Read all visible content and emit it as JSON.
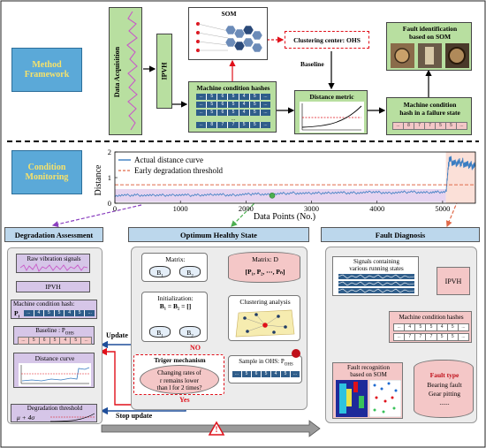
{
  "colors": {
    "panel_blue": "#5ba9d8",
    "green_box": "#b8dfa0",
    "hash_blue": "#2f5d8a",
    "arrow_red": "#e0101a",
    "phase_bg": "#bcd7ec",
    "grey_panel": "#ececec",
    "pink": "#f4c7c7",
    "lavender": "#d6c6e8"
  },
  "framework": {
    "label_line1": "Method",
    "label_line2": "Framework",
    "data_acquisition": "Data Acquisition",
    "ipvh": "IPVH",
    "som": "SOM",
    "machine_hashes": "Machine condition hashes",
    "hash_rows": [
      [
        "...",
        "5",
        "6",
        "5",
        "4",
        "5",
        "..."
      ],
      [
        "...",
        "5",
        "6",
        "5",
        "4",
        "5",
        "..."
      ],
      [
        "...",
        "5",
        "6",
        "5",
        "4",
        "5",
        "..."
      ],
      [
        "...",
        "8",
        "7",
        "7",
        "5",
        "5",
        "..."
      ]
    ],
    "hash_ellipsis": "...",
    "clustering_center": "Clustering center: OHS",
    "baseline": "Baseline",
    "distance_metric": "Distance metric",
    "fault_id_line1": "Fault identification",
    "fault_id_line2": "based on SOM",
    "failure_hash_line1": "Machine condition",
    "failure_hash_line2": "hash in a failure state",
    "failure_hash_row": [
      "...",
      "8",
      "7",
      "7",
      "5",
      "5",
      "..."
    ]
  },
  "monitoring": {
    "label_line1": "Condition",
    "label_line2": "Monitoring"
  },
  "chart_data": {
    "type": "line",
    "xlabel": "Data Points (No.)",
    "ylabel": "Distance",
    "xlim": [
      0,
      5500
    ],
    "ylim": [
      0,
      2
    ],
    "x_ticks": [
      0,
      1000,
      2000,
      3000,
      4000,
      5000
    ],
    "y_ticks": [
      0,
      1,
      2
    ],
    "series": [
      {
        "name": "Actual distance curve",
        "x": [
          0,
          300,
          600,
          900,
          1200,
          1500,
          1800,
          2100,
          2400,
          2700,
          3000,
          3300,
          3600,
          3900,
          4200,
          4500,
          4800,
          5050,
          5100,
          5200,
          5300,
          5400,
          5500
        ],
        "y": [
          0.3,
          0.32,
          0.3,
          0.33,
          0.31,
          0.34,
          0.32,
          0.36,
          0.35,
          0.4,
          0.38,
          0.42,
          0.4,
          0.43,
          0.41,
          0.44,
          0.42,
          0.45,
          1.7,
          1.55,
          1.6,
          1.45,
          1.5
        ]
      },
      {
        "name": "Early degradation threshold",
        "x": [
          0,
          5500
        ],
        "y": [
          0.72,
          0.72
        ]
      }
    ],
    "legend": "top-left"
  },
  "degradation": {
    "title": "Degradation Assessment",
    "raw_signals": "Raw vibration signals",
    "ipvh": "IPVH",
    "hash_label": "Machine condition hash:",
    "hash_symbol": "P",
    "hash_sub": "i",
    "hash_row": [
      "...",
      "4",
      "5",
      "5",
      "4",
      "5",
      "..."
    ],
    "baseline": "Baseline : P",
    "baseline_sub": "OHS",
    "baseline_row": [
      "...",
      "5",
      "6",
      "5",
      "4",
      "5",
      "..."
    ],
    "distance_curve": "Distance curve",
    "threshold": "Degradation threshold",
    "threshold_formula": "μ + 4σ"
  },
  "optimum": {
    "title": "Optimum Healthy State",
    "matrix_left": "Matrix:",
    "b1": "B",
    "b1_sub": "1",
    "b2": "B",
    "b2_sub": "2",
    "matrix_d": "Matrix: D",
    "matrix_d_content": "[P₁, P₂, ⋯, Pₙ]",
    "init_line1": "Initialization:",
    "init_line2": "B₁ = B₂ = []",
    "clustering": "Clustering analysis",
    "sample": "Sample in OHS: P",
    "sample_sub": "OHS",
    "sample_row": [
      "...",
      "5",
      "6",
      "5",
      "4",
      "5",
      "..."
    ],
    "trigger": "Triger mechanism",
    "question_line1": "Changing rates of",
    "question_line2": "r remains lower",
    "question_line3": "than l for 2 times?",
    "no": "NO",
    "yes": "Yes",
    "update": "Update",
    "stop_update": "Stop update"
  },
  "fault": {
    "title": "Fault Diagnosis",
    "signals_line1": "Signals containing",
    "signals_line2": "various running states",
    "ipvh": "IPVH",
    "hashes": "Machine condition hashes",
    "hash_rows": [
      [
        "...",
        "4",
        "5",
        "5",
        "4",
        "5",
        "..."
      ],
      [
        "...",
        "7",
        "7",
        "7",
        "5",
        "5",
        "..."
      ]
    ],
    "recog_line1": "Fault recognition",
    "recog_line2": "based on SOM",
    "type_title": "Fault type",
    "type1": "Bearing fault",
    "type2": "Gear pitting",
    "type_more": "......"
  },
  "warning_symbol": "!"
}
